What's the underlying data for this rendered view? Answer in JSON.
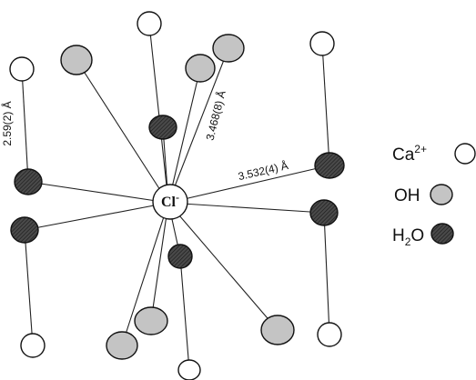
{
  "center": {
    "label": "Cl",
    "charge": "-"
  },
  "distances": [
    "2.59(2) Å",
    "3.468(8) Å",
    "3.532(4) Å"
  ],
  "legend": [
    {
      "species": "Ca",
      "superscript": "2+",
      "subscript": "",
      "tail": "",
      "fill": "#ffffff",
      "pattern": "none"
    },
    {
      "species": "OH",
      "superscript": "",
      "subscript": "",
      "tail": "",
      "fill": "#c8c8c8",
      "pattern": "none"
    },
    {
      "species": "H",
      "superscript": "",
      "subscript": "2",
      "tail": "O",
      "fill": "#3a3a3a",
      "pattern": "hatch"
    }
  ],
  "colors": {
    "ca": "#ffffff",
    "oh": "#c8c8c8",
    "h2o": "#3a3a3a",
    "line": "#222222"
  }
}
